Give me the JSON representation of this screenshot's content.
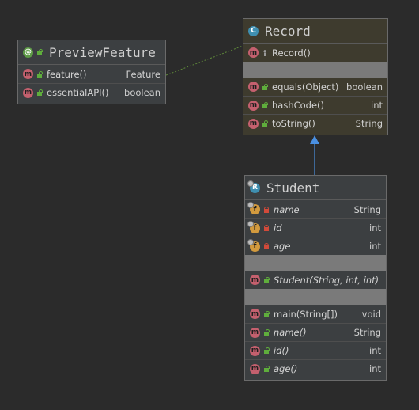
{
  "classes": {
    "preview_feature": {
      "name": "PreviewFeature",
      "kind_icon": "annotation-icon",
      "kind_glyph": "@",
      "members": [
        {
          "name": "feature()",
          "type": "Feature"
        },
        {
          "name": "essentialAPI()",
          "type": "boolean"
        }
      ]
    },
    "record": {
      "name": "Record",
      "kind_icon": "abstract-class-icon",
      "kind_glyph": "C",
      "constructors": [
        {
          "name": "Record()"
        }
      ],
      "methods": [
        {
          "name": "equals(Object)",
          "type": "boolean"
        },
        {
          "name": "hashCode()",
          "type": "int"
        },
        {
          "name": "toString()",
          "type": "String"
        }
      ]
    },
    "student": {
      "name": "Student",
      "kind_icon": "record-icon",
      "kind_glyph": "R",
      "fields": [
        {
          "name": "name",
          "type": "String"
        },
        {
          "name": "id",
          "type": "int"
        },
        {
          "name": "age",
          "type": "int"
        }
      ],
      "constructors": [
        {
          "name": "Student(String, int, int)"
        }
      ],
      "methods": [
        {
          "name": "main(String[])",
          "type": "void"
        },
        {
          "name": "name()",
          "type": "String"
        },
        {
          "name": "id()",
          "type": "int"
        },
        {
          "name": "age()",
          "type": "int"
        }
      ]
    }
  },
  "colors": {
    "background": "#2b2b2b",
    "inheritance_arrow": "#4a90e2",
    "annotation_link": "#5f8a3a",
    "method_icon": "#c4606e",
    "field_icon": "#d29a3e"
  }
}
